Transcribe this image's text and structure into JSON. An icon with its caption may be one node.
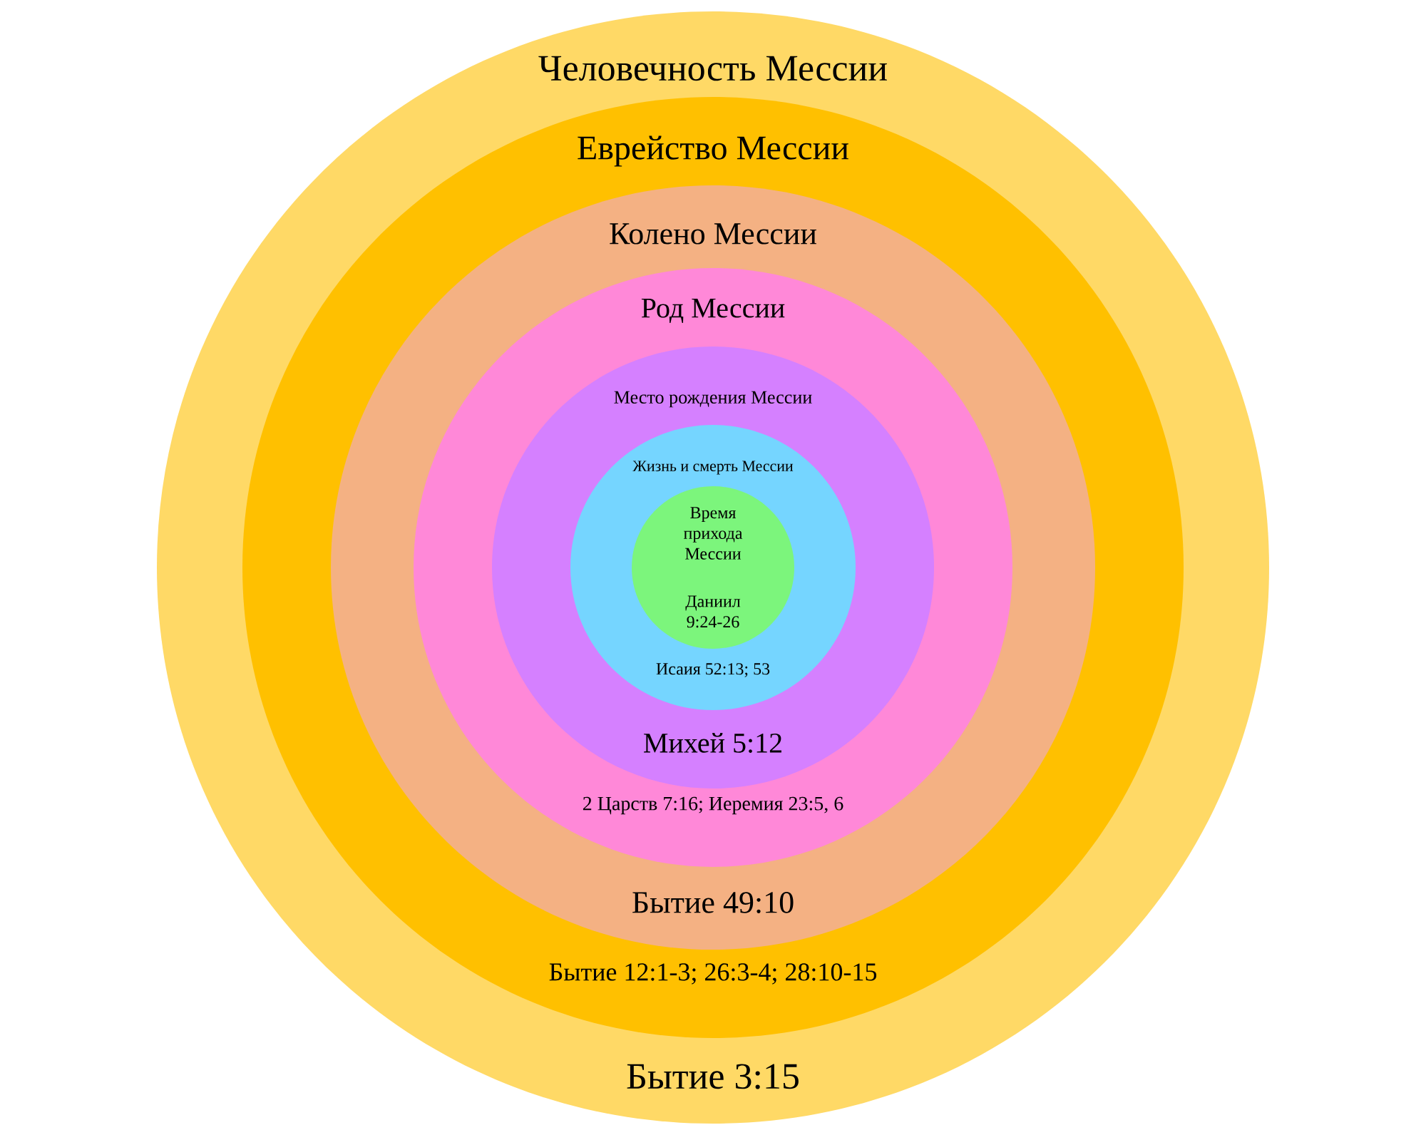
{
  "diagram": {
    "nodes": [
      {
        "text": [
          "Человечность Мессии",
          "Бытие 3:15"
        ]
      },
      {
        "text": [
          "Еврейство Мессии",
          "Бытие 12:1-3; 26:3-4; 28:10-15"
        ],
        "in": 0
      },
      {
        "text": [
          "Колено Мессии",
          "Бытие 49:10"
        ],
        "in": 1
      },
      {
        "text": [
          "Род Мессии",
          "2 Царств 7:16; Иеремия 23:5, 6"
        ],
        "in": 2
      },
      {
        "text": [
          "Место рождения Мессии",
          "Михей 5:12"
        ],
        "in": 3
      },
      {
        "text": [
          "Жизнь и смерть Мессии",
          "Исаия 52:13; 53"
        ],
        "in": 4
      },
      {
        "text": [
          "Время прихода Мессии",
          "Даниил 9:24-26"
        ],
        "in": 5
      }
    ]
  }
}
